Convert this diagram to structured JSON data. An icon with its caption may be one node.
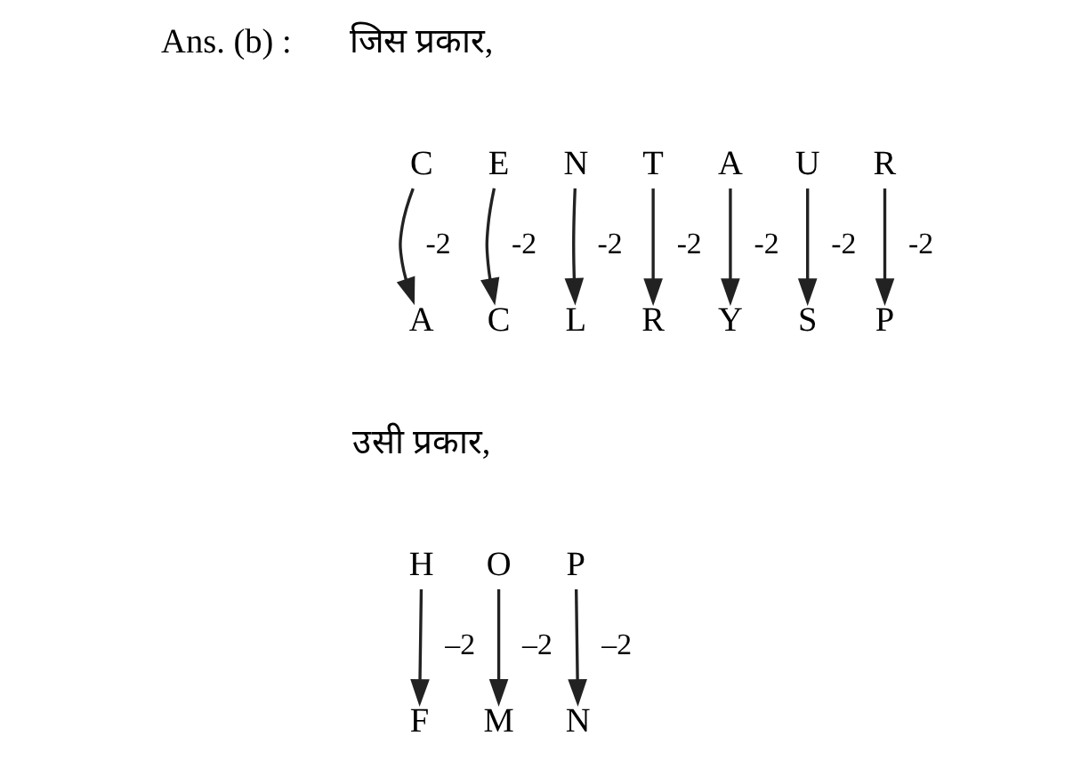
{
  "diagram": {
    "nodes": [
      {
        "text": [
          "C"
        ]
      },
      {
        "text": [
          "E"
        ]
      },
      {
        "text": [
          "N"
        ]
      },
      {
        "text": [
          "T"
        ]
      },
      {
        "text": [
          "A"
        ]
      },
      {
        "text": [
          "U"
        ]
      },
      {
        "text": [
          "R"
        ]
      },
      {
        "text": [
          "A"
        ]
      },
      {
        "text": [
          "C"
        ]
      },
      {
        "text": [
          "L"
        ]
      },
      {
        "text": [
          "R"
        ]
      },
      {
        "text": [
          "Y"
        ]
      },
      {
        "text": [
          "S"
        ]
      },
      {
        "text": [
          "P"
        ]
      },
      {
        "text": [
          "H"
        ]
      },
      {
        "text": [
          "O"
        ]
      },
      {
        "text": [
          "P"
        ]
      },
      {
        "text": [
          "F"
        ]
      },
      {
        "text": [
          "M"
        ]
      },
      {
        "text": [
          "N"
        ]
      }
    ],
    "edges": [
      {
        "from": 0,
        "to": 7,
        "arrow": "to",
        "label": "-2"
      },
      {
        "from": 1,
        "to": 8,
        "arrow": "to",
        "label": "-2"
      },
      {
        "from": 2,
        "to": 9,
        "arrow": "to",
        "label": "-2"
      },
      {
        "from": 3,
        "to": 10,
        "arrow": "to",
        "label": "-2"
      },
      {
        "from": 4,
        "to": 11,
        "arrow": "to",
        "label": "-2"
      },
      {
        "from": 5,
        "to": 12,
        "arrow": "to",
        "label": "-2"
      },
      {
        "from": 6,
        "to": 13,
        "arrow": "to",
        "label": "-2"
      },
      {
        "from": 14,
        "to": 17,
        "arrow": "to",
        "label": "–2"
      },
      {
        "from": 15,
        "to": 18,
        "arrow": "to",
        "label": "–2"
      },
      {
        "from": 16,
        "to": 19,
        "arrow": "to",
        "label": "–2"
      }
    ],
    "labels": [
      "Ans. (b) :",
      "जिस प्रकार,",
      "उसी प्रकार,"
    ]
  }
}
